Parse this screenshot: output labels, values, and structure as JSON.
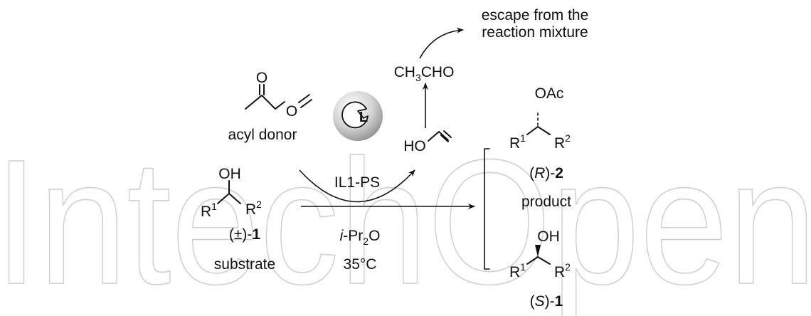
{
  "watermark": "IntechOpen",
  "acyl_donor": {
    "o_top": "O",
    "o_ring": "O",
    "label": "acyl donor"
  },
  "catalyst": {
    "symbol": "L",
    "label": "IL1-PS"
  },
  "substrate": {
    "oh": "OH",
    "r": "R",
    "sup1": "1",
    "sup2": "2",
    "prefix": "(±)-",
    "number": "1",
    "label": "substrate"
  },
  "conditions": {
    "i": "i",
    "pr": "-Pr",
    "sub2": "2",
    "o": "O",
    "temp": "35°C"
  },
  "byproduct": {
    "enol_ho": "HO",
    "acetaldehyde": {
      "ch": "CH",
      "sub3": "3",
      "cho": "CHO"
    },
    "note_line1": "escape from the",
    "note_line2": "reaction mixture"
  },
  "product_r": {
    "oac": "OAc",
    "r": "R",
    "sup1": "1",
    "sup2": "2",
    "open": "(",
    "config": "R",
    "close": ")-",
    "number": "2",
    "label": "product"
  },
  "product_s": {
    "oh": "OH",
    "r": "R",
    "sup1": "1",
    "sup2": "2",
    "open": "(",
    "config": "S",
    "close": ")-",
    "number": "1"
  }
}
